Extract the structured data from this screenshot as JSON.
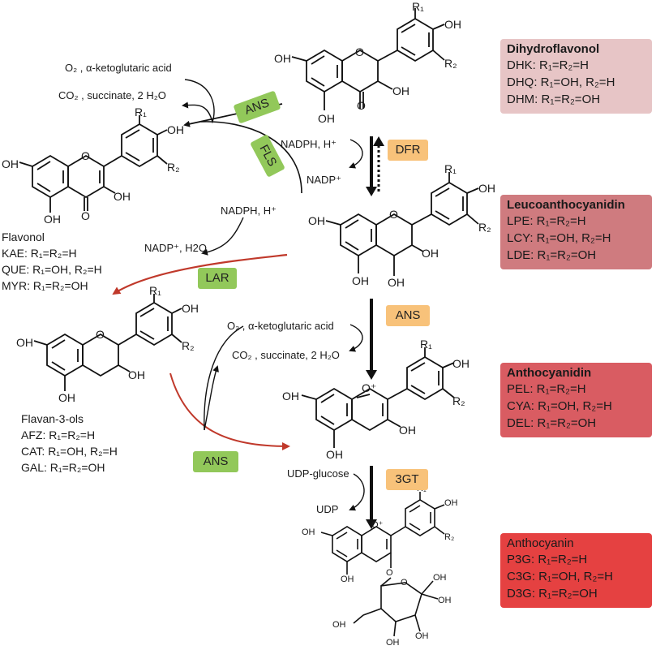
{
  "colors": {
    "green_tag": "#92c85a",
    "orange_tag": "#f8c27a",
    "red_arrow": "#c0392b",
    "dihydro_box": "#e7c5c6",
    "leuco_box": "#cf7b7f",
    "antho_box": "#d95c62",
    "anthocyanin_box": "#e54141"
  },
  "enzymes": {
    "ans_top": "ANS",
    "fls": "FLS",
    "lar": "LAR",
    "ans_left": "ANS",
    "dfr": "DFR",
    "ans_mid": "ANS",
    "gt3": "3GT"
  },
  "cofactors": {
    "o2_top": "O₂ , α-ketoglutaric acid",
    "co2_top": "CO₂ , succinate, 2 H₂O",
    "nadph_dfr": "NADPH, H⁺",
    "nadp_dfr": "NADP⁺",
    "nadph_lar": "NADPH, H⁺",
    "nadp_lar": "NADP⁺, H2O",
    "o2_mid": "O₂ , α-ketoglutaric acid",
    "co2_mid": "CO₂ , succinate, 2 H₂O",
    "udpg": "UDP-glucose",
    "udp": "UDP"
  },
  "boxes": {
    "dihydroflavonol": {
      "title": "Dihydroflavonol",
      "lines": [
        "DHK: R₁=R₂=H",
        "DHQ: R₁=OH, R₂=H",
        "DHM: R₁=R₂=OH"
      ]
    },
    "leucoanthocyanidin": {
      "title": "Leucoanthocyanidin",
      "lines": [
        "LPE: R₁=R₂=H",
        "LCY: R₁=OH, R₂=H",
        "LDE: R₁=R₂=OH"
      ]
    },
    "anthocyanidin": {
      "title": "Anthocyanidin",
      "lines": [
        "PEL: R₁=R₂=H",
        "CYA: R₁=OH, R₂=H",
        "DEL: R₁=R₂=OH"
      ]
    },
    "anthocyanin": {
      "title": "Anthocyanin",
      "lines": [
        "P3G: R₁=R₂=H",
        "C3G: R₁=OH, R₂=H",
        "D3G: R₁=R₂=OH"
      ]
    }
  },
  "left_labels": {
    "flavonol": {
      "title": "Flavonol",
      "lines": [
        "KAE: R₁=R₂=H",
        "QUE: R₁=OH, R₂=H",
        "MYR: R₁=R₂=OH"
      ]
    },
    "flavan": {
      "title": "Flavan-3-ols",
      "lines": [
        "AFZ: R₁=R₂=H",
        "CAT: R₁=OH, R₂=H",
        "GAL: R₁=R₂=OH"
      ]
    }
  },
  "atoms": {
    "oh": "OH",
    "o": "O",
    "r1": "R₁",
    "r2": "R₂",
    "o_plus": "O⁺"
  }
}
